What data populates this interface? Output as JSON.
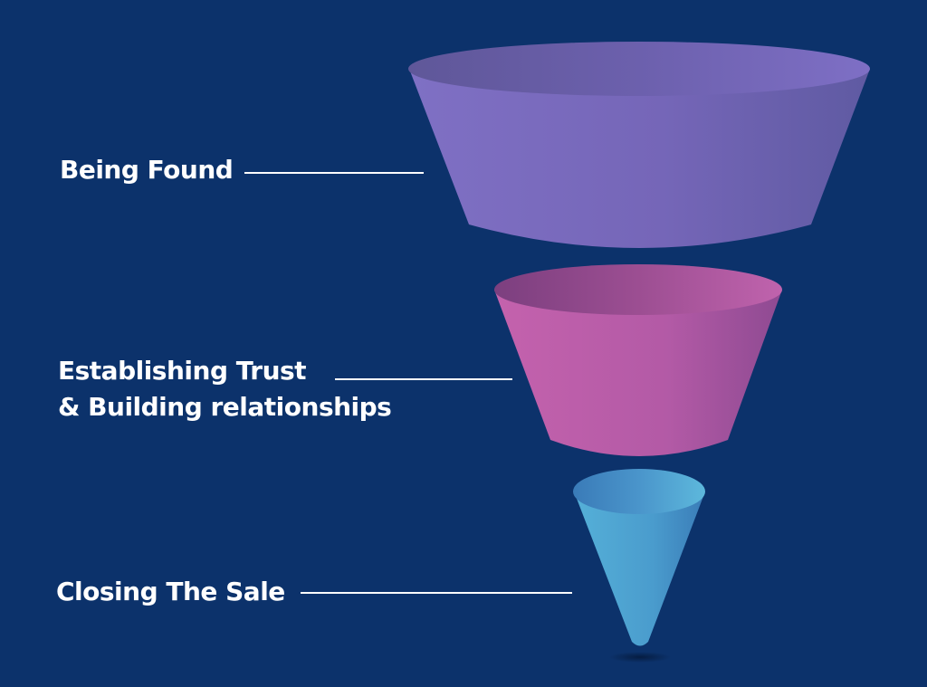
{
  "stages": [
    {
      "label_line1": "Being Found",
      "color": "#7a6cc0"
    },
    {
      "label_line1": "Establishing Trust",
      "label_line2": "& Building relationships",
      "color": "#b85ca8"
    },
    {
      "label_line1": "Closing The Sale",
      "color": "#4da3d2"
    }
  ],
  "colors": {
    "background": "#0c326b",
    "label_text": "#ffffff",
    "leader_line": "#ffffff"
  }
}
